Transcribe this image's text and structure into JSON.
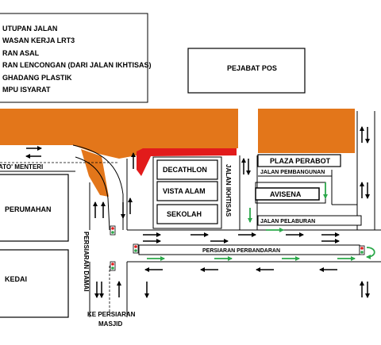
{
  "legend": {
    "items": [
      "UTUPAN JALAN",
      "WASAN KERJA LRT3",
      "RAN ASAL",
      "RAN LENCONGAN (DARI JALAN IKHTISAS)",
      "GHADANG PLASTIK",
      "MPU ISYARAT"
    ]
  },
  "buildings": {
    "pejabat_pos": "PEJABAT POS",
    "decathlon": "DECATHLON",
    "vista_alam": "VISTA ALAM",
    "sekolah": "SEKOLAH",
    "plaza_perabot": "PLAZA PERABOT",
    "avisena": "AVISENA",
    "perumahan": "PERUMAHAN",
    "kedai": "KEDAI"
  },
  "roads": {
    "dato_menteri": "ATO' MENTERI",
    "jalan_ikhtisas": "JALAN IKHTISAS",
    "jalan_pembangunan": "JALAN PEMBANGUNAN",
    "jalan_pelaburan": "JALAN PELABURAN",
    "persiaran_perbandaran": "PERSIARAN   PERBANDARAN",
    "persiaran_damai": "PERSIARAN DAMAI",
    "ke_persiaran_masjid_1": "KE PERSIARAN",
    "ke_persiaran_masjid_2": "MASJID"
  },
  "colors": {
    "closure_orange": "#E3761A",
    "barrier_red": "#E21B1B",
    "diversion_green": "#2BA84A",
    "lrt_yellow": "#F5E54B"
  }
}
